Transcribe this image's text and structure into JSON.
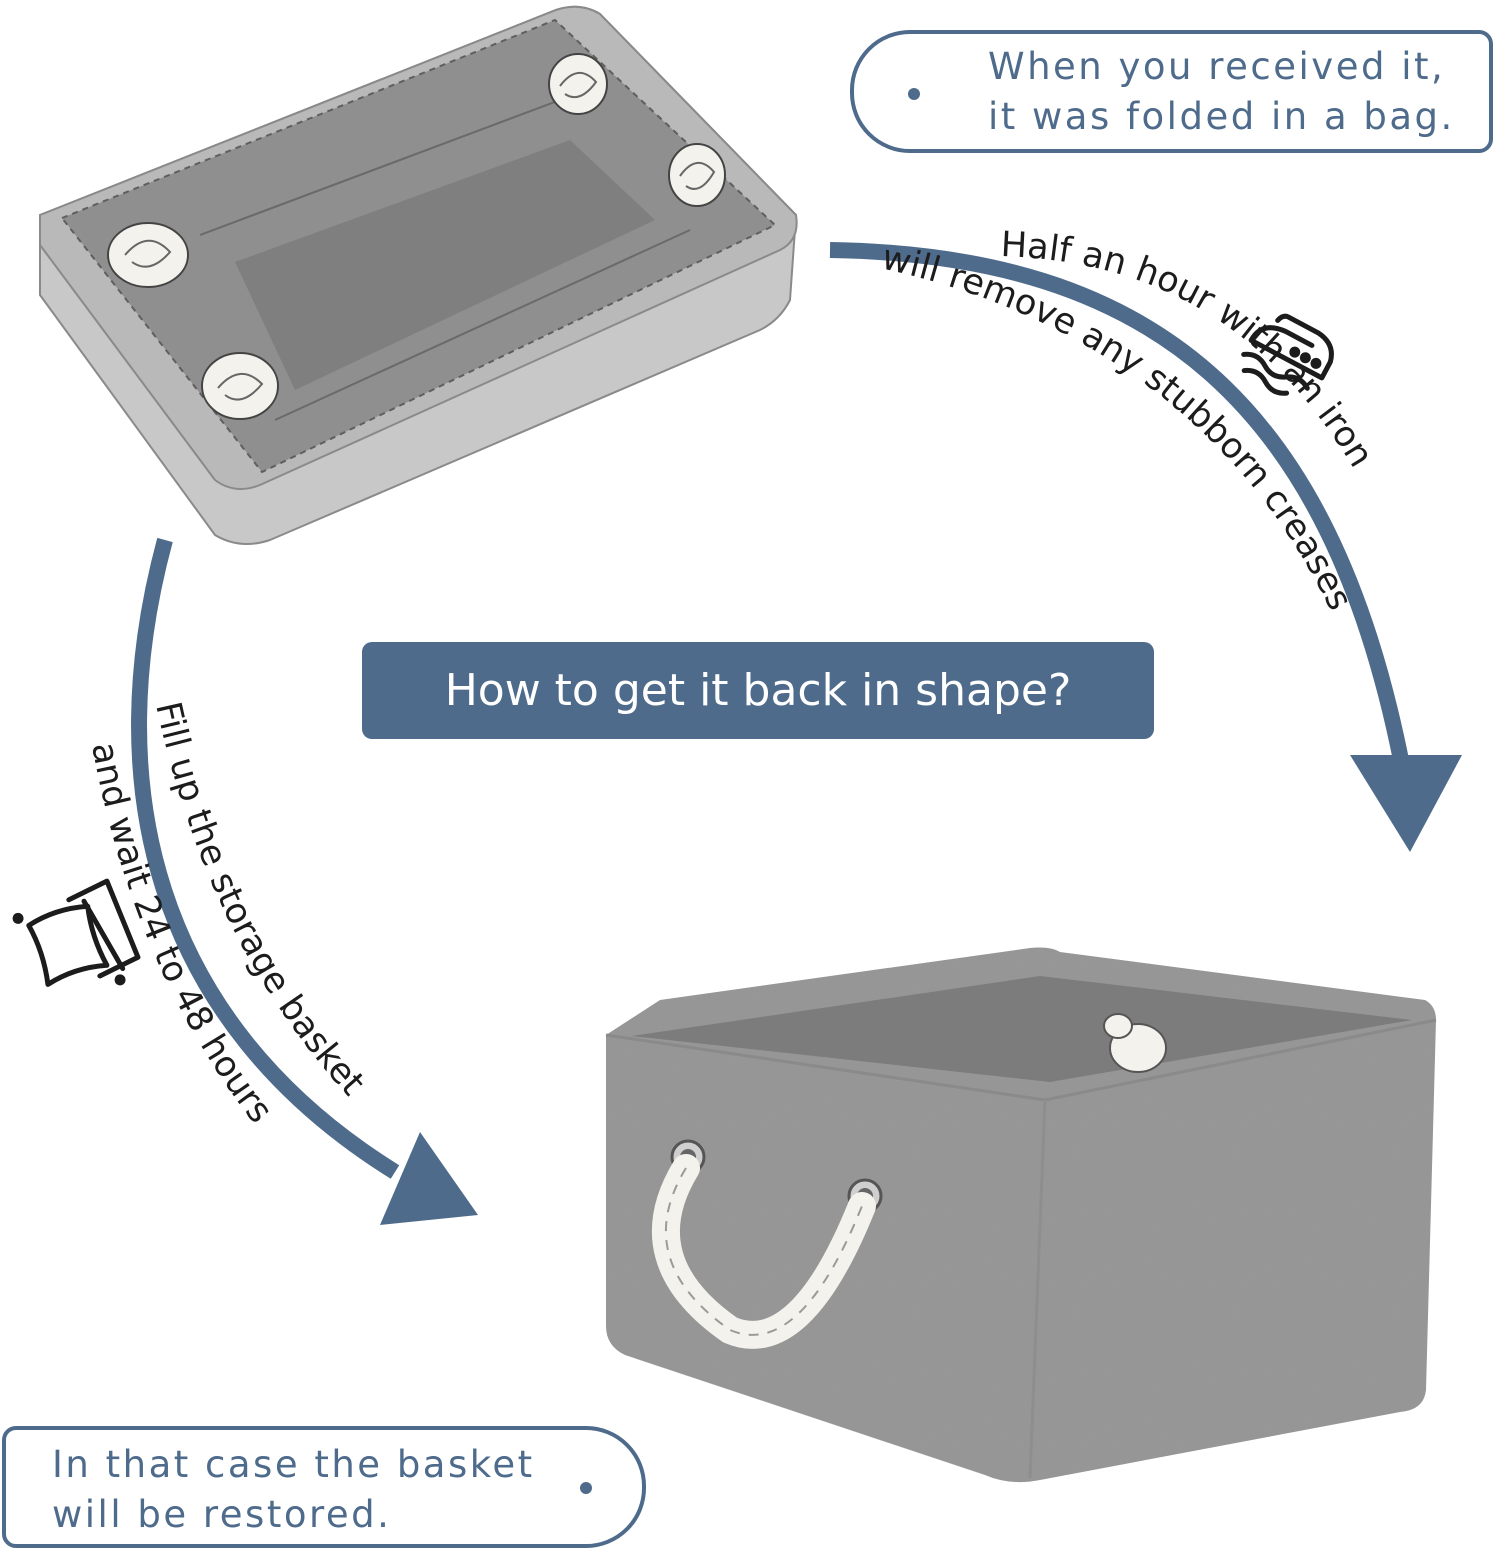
{
  "top_note": {
    "line1": "When you received it,",
    "line2": "it was folded in a bag."
  },
  "question": "How to get it back in shape?",
  "iron_tip": {
    "line1": "Half an hour with an iron",
    "line2": "will remove any stubborn creases",
    "icon": "iron-icon"
  },
  "fill_tip": {
    "line1": "Fill up the storage basket",
    "line2": "and wait 24 to 48 hours",
    "icon": "pillow-icon"
  },
  "bottom_note": {
    "line1": "In that case the basket",
    "line2": "will be restored."
  },
  "colors": {
    "accent": "#4e6b8c",
    "fabric_gray": "#9a9a9a",
    "rope_white": "#f4f2ec"
  }
}
